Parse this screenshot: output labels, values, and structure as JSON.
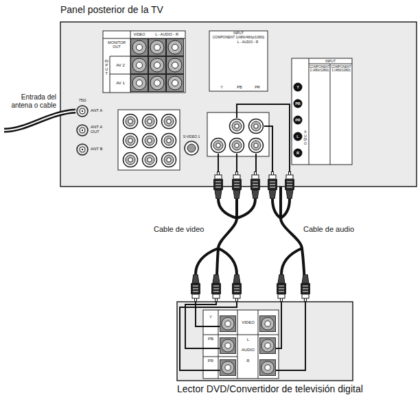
{
  "diagram": {
    "nodes": [
      {
        "text": [
          "Panel posterior de la TV"
        ]
      },
      {
        "text": [
          "Lector DVD/Convertidor de televisión digital"
        ]
      }
    ],
    "edges": [
      {
        "from": 0,
        "to": 1,
        "arrow": "none",
        "label": "Cable de video"
      },
      {
        "from": 0,
        "to": 1,
        "arrow": "none",
        "label": "Cable de audio"
      }
    ],
    "labels": [
      "Entrada del antena o cable",
      "75Ω",
      "ANT A",
      "ANT A OUT",
      "ANT B",
      "VIDEO",
      "L - AUDIO - R",
      "MONITOR OUT",
      "INPUT",
      "AV 2",
      "AV 1",
      "INPUT",
      "COMPONENT 1(480i/480p/1080i)",
      "L - AUDIO - R",
      "Y",
      "PB",
      "PR",
      "S-VIDEO 1",
      "INPUT",
      "COMPONENT 2 (480i/1080i)",
      "COMPONENT 3 (480i/1080i)",
      "Y",
      "PB",
      "PR",
      "L",
      "R",
      "AUDIO",
      "Y",
      "PB",
      "PR",
      "VIDEO",
      "L",
      "AUDIO",
      "R"
    ]
  }
}
